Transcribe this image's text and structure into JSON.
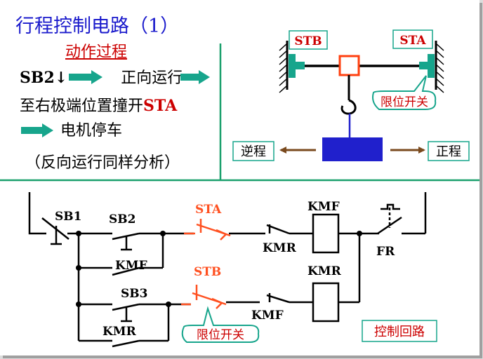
{
  "title": "行程控制电路（1）",
  "process": {
    "heading": "动作过程",
    "step1_sb2": "SB2↓",
    "step1_text": "正向运行",
    "step2_text": "至右极端位置撞开",
    "step2_sta": "STA",
    "step3_text": "电机停车",
    "note": "（反向运行同样分析）"
  },
  "mechanism": {
    "stb_label": "STB",
    "sta_label": "STA",
    "limit_switch_callout": "限位开关",
    "reverse_label": "逆程",
    "forward_label": "正程"
  },
  "circuit": {
    "sb1": "SB1",
    "sb2": "SB2",
    "sb3": "SB3",
    "kmf_aux": "KMF",
    "kmr_aux": "KMR",
    "sta": "STA",
    "stb": "STB",
    "kmr_interlock": "KMR",
    "kmf_interlock": "KMF",
    "coil_kmf": "KMF",
    "coil_kmr": "KMR",
    "fr": "FR",
    "limit_switch_callout": "限位开关",
    "control_loop_label": "控制回路"
  },
  "colors": {
    "title_blue": "#1a1acc",
    "highlight_red": "#cc0000",
    "accent_green": "#00a070",
    "arrow_teal": "#17a58c",
    "arrow_brown": "#7a4a1e",
    "hoist_blue": "#2020cc",
    "limit_orange": "#ff5020",
    "divider_green": "#1aa06c"
  },
  "icons": [
    "teal-arrow-icon",
    "hook-icon",
    "brown-arrow-icon",
    "hatch-wall-icon"
  ]
}
